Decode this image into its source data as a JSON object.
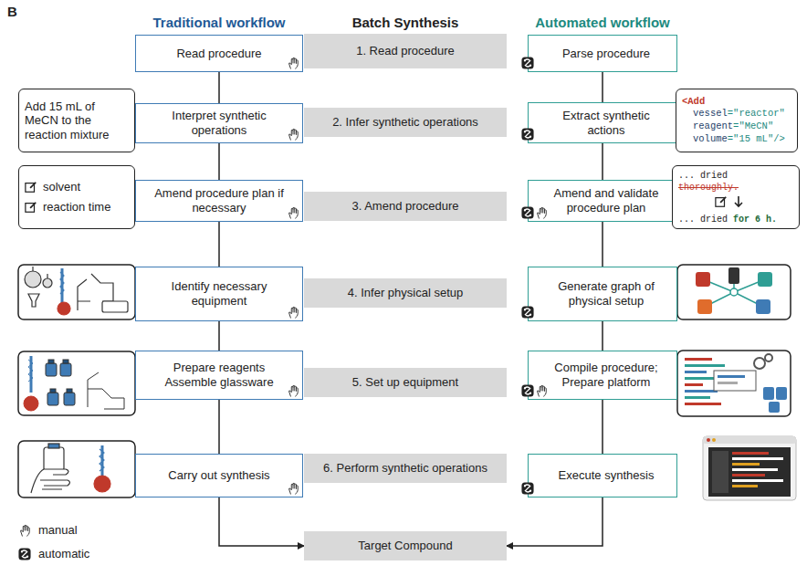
{
  "diagram": {
    "nodes": [
      {
        "text": [
          "Read procedure"
        ]
      },
      {
        "text": [
          "1. Read procedure"
        ]
      },
      {
        "text": [
          "Parse procedure"
        ]
      },
      {
        "text": [
          "Add 15 mL of MeCN to the reaction mixture"
        ]
      },
      {
        "text": [
          "Interpret synthetic operations"
        ]
      },
      {
        "text": [
          "2. Infer synthetic operations"
        ]
      },
      {
        "text": [
          "Extract synthetic actions"
        ]
      },
      {
        "text": [
          "<Add",
          "vessel=\"reactor\"",
          "reagent=\"MeCN\"",
          "volume=\"15 mL\"/>"
        ]
      },
      {
        "text": [
          "solvent",
          "reaction time"
        ]
      },
      {
        "text": [
          "Amend procedure plan if necessary"
        ]
      },
      {
        "text": [
          "3. Amend procedure"
        ]
      },
      {
        "text": [
          "Amend and validate procedure plan"
        ]
      },
      {
        "text": [
          "... dried thoroughly.",
          "... dried for 6 h."
        ]
      },
      {
        "text": [
          "Identify necessary equipment"
        ]
      },
      {
        "text": [
          "4. Infer physical setup"
        ]
      },
      {
        "text": [
          "Generate graph of physical setup"
        ]
      },
      {
        "text": [
          "Prepare reagents",
          "Assemble glassware"
        ]
      },
      {
        "text": [
          "5. Set up equipment"
        ]
      },
      {
        "text": [
          "Compile procedure;",
          "Prepare platform"
        ]
      },
      {
        "text": [
          "Carry out synthesis"
        ]
      },
      {
        "text": [
          "6. Perform synthetic operations"
        ]
      },
      {
        "text": [
          "Execute synthesis"
        ]
      },
      {
        "text": [
          "Target Compound"
        ]
      }
    ],
    "edges": [
      {
        "from": 0,
        "to": 4,
        "arrow": "none"
      },
      {
        "from": 4,
        "to": 9,
        "arrow": "none"
      },
      {
        "from": 9,
        "to": 13,
        "arrow": "none"
      },
      {
        "from": 13,
        "to": 16,
        "arrow": "none"
      },
      {
        "from": 16,
        "to": 19,
        "arrow": "none"
      },
      {
        "from": 19,
        "to": 22,
        "arrow": "to"
      },
      {
        "from": 2,
        "to": 6,
        "arrow": "none"
      },
      {
        "from": 6,
        "to": 11,
        "arrow": "none"
      },
      {
        "from": 11,
        "to": 15,
        "arrow": "none"
      },
      {
        "from": 15,
        "to": 18,
        "arrow": "none"
      },
      {
        "from": 18,
        "to": 21,
        "arrow": "none"
      },
      {
        "from": 21,
        "to": 22,
        "arrow": "to"
      }
    ],
    "labels": [
      "B",
      "Traditional workflow",
      "Batch Synthesis",
      "Automated workflow"
    ],
    "legend": [
      {
        "text": "manual"
      },
      {
        "text": "automatic"
      }
    ]
  }
}
